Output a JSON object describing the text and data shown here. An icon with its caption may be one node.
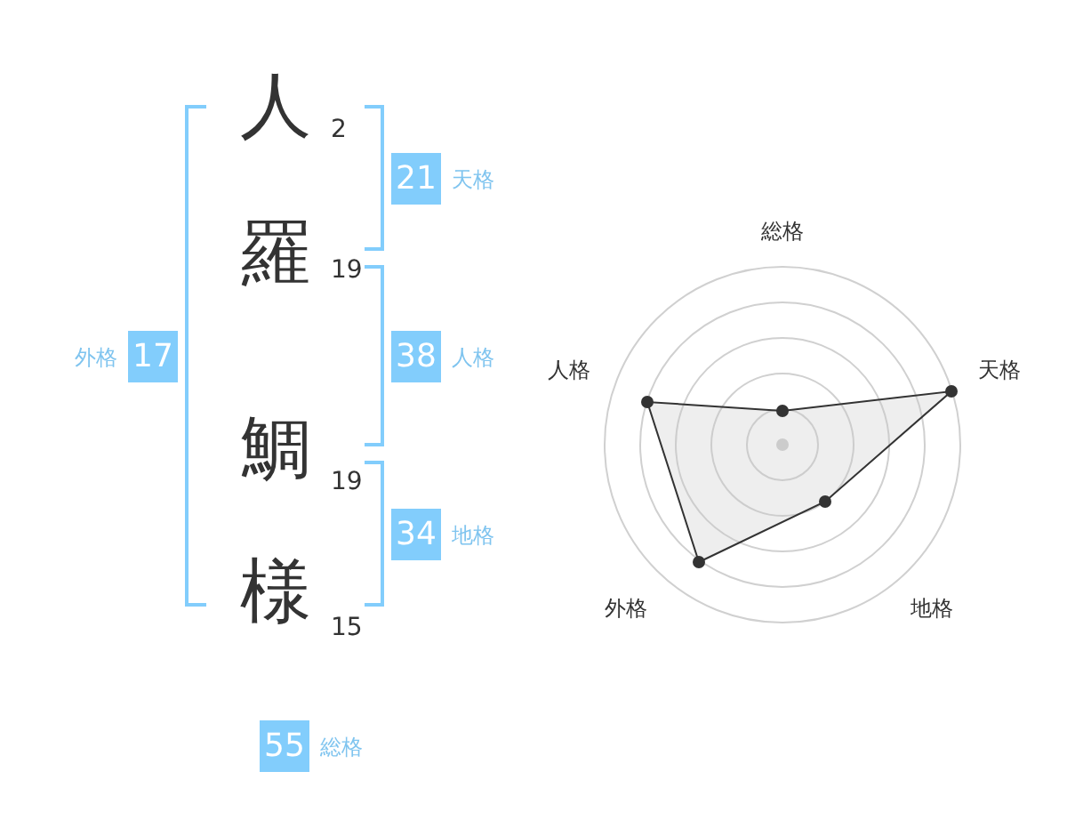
{
  "diagram": {
    "nodes": [
      {
        "text": [
          "21"
        ],
        "beside": [
          "天格"
        ]
      },
      {
        "text": [
          "17"
        ],
        "beside": [
          "外格"
        ]
      },
      {
        "text": [
          "38"
        ],
        "beside": [
          "人格"
        ]
      },
      {
        "text": [
          "34"
        ],
        "beside": [
          "地格"
        ]
      },
      {
        "text": [
          "55"
        ],
        "beside": [
          "総格"
        ]
      }
    ],
    "labels": [
      "人",
      "2",
      "羅",
      "19",
      "鯛",
      "19",
      "様",
      "15",
      "総格",
      "人格",
      "天格",
      "外格",
      "地格"
    ]
  }
}
